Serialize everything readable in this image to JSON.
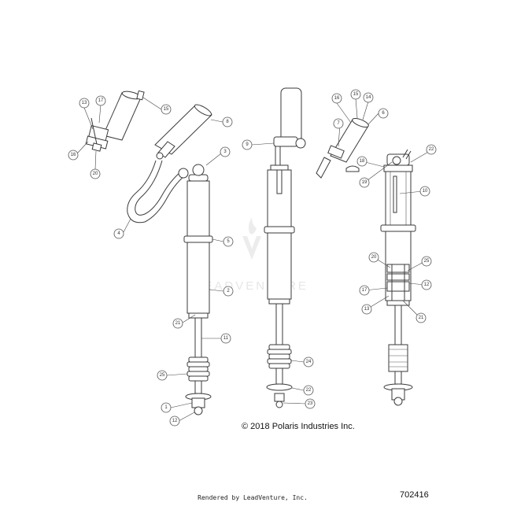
{
  "copyright": "© 2018 Polaris Industries Inc.",
  "watermark": "LEADVENTURE",
  "diagram_number": "702416",
  "footer": "Rendered by LeadVenture, Inc.",
  "callouts": [
    {
      "id": "c1",
      "label": "13"
    },
    {
      "id": "c2",
      "label": "17"
    },
    {
      "id": "c3",
      "label": "15"
    },
    {
      "id": "c4",
      "label": "16"
    },
    {
      "id": "c5",
      "label": "20"
    },
    {
      "id": "c6",
      "label": "8"
    },
    {
      "id": "c7",
      "label": "3"
    },
    {
      "id": "c8",
      "label": "4"
    },
    {
      "id": "c9",
      "label": "5"
    },
    {
      "id": "c10",
      "label": "2"
    },
    {
      "id": "c11",
      "label": "21"
    },
    {
      "id": "c12",
      "label": "11"
    },
    {
      "id": "c13",
      "label": "25"
    },
    {
      "id": "c14",
      "label": "1"
    },
    {
      "id": "c15",
      "label": "12"
    },
    {
      "id": "c16",
      "label": "9"
    },
    {
      "id": "c17",
      "label": "24"
    },
    {
      "id": "c18",
      "label": "22"
    },
    {
      "id": "c19",
      "label": "23"
    },
    {
      "id": "c20",
      "label": "16"
    },
    {
      "id": "c21",
      "label": "15"
    },
    {
      "id": "c22",
      "label": "14"
    },
    {
      "id": "c23",
      "label": "6"
    },
    {
      "id": "c24",
      "label": "7"
    },
    {
      "id": "c25",
      "label": "18"
    },
    {
      "id": "c26",
      "label": "19"
    },
    {
      "id": "c27",
      "label": "22"
    },
    {
      "id": "c28",
      "label": "10"
    },
    {
      "id": "c29",
      "label": "20"
    },
    {
      "id": "c30",
      "label": "25"
    },
    {
      "id": "c31",
      "label": "12"
    },
    {
      "id": "c32",
      "label": "17"
    },
    {
      "id": "c33",
      "label": "13"
    },
    {
      "id": "c34",
      "label": "21"
    }
  ]
}
